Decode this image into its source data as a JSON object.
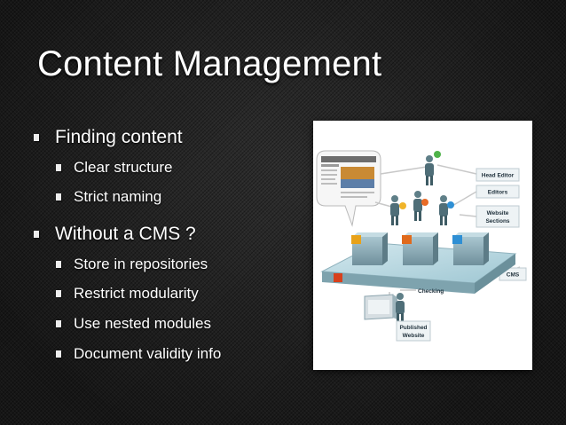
{
  "slide": {
    "title": "Content Management",
    "bullets": [
      {
        "text": "Finding content",
        "children": [
          "Clear structure",
          "Strict naming"
        ]
      },
      {
        "text": "Without a CMS ?",
        "children": [
          "Store in repositories",
          "Restrict modularity",
          "Use nested modules",
          "Document validity info"
        ]
      }
    ]
  },
  "diagram": {
    "labels": {
      "head_editor": "Head Editor",
      "editors": "Editors",
      "website_sections_1": "Website",
      "website_sections_2": "Sections",
      "cms": "CMS",
      "checking": "Checking",
      "published_1": "Published",
      "published_2": "Website"
    },
    "colors": {
      "section_1": "#e8a21a",
      "section_2": "#e06a1c",
      "section_3": "#2f8fd4",
      "red_block": "#d8401c"
    }
  }
}
